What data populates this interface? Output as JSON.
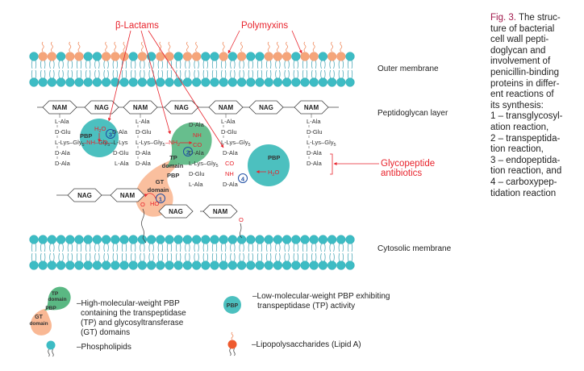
{
  "labels": {
    "beta_lactams": "β-Lactams",
    "polymyxins": "Polymyxins",
    "outer_membrane": "Outer membrane",
    "peptidoglycan_layer": "Peptidoglycan layer",
    "cytosolic_membrane": "Cytosolic membrane",
    "glycopeptide_line1": "Glycopeptide",
    "glycopeptide_line2": "antibiotics"
  },
  "sugars": {
    "nam": "NAM",
    "nag": "NAG"
  },
  "peptides": {
    "l_ala": "L-Ala",
    "d_glu": "D-Glu",
    "l_lys": "L-Lys",
    "l_lys_gly5": "L-Lys–Gly",
    "gly5_l_lys": "Gly",
    "l_lys_tail": "–L-Lys",
    "d_ala": "D-Ala",
    "sub5": "5"
  },
  "reaction_chem": {
    "h2o": "H",
    "h2o_sub": "2",
    "h2o_o": "O",
    "nh": "NH",
    "co": "CO",
    "nh_co": "–NH–CO–",
    "nh2": "–NH",
    "nh2_sub": "2",
    "o": "O",
    "ho": "HO"
  },
  "enzymes": {
    "pbp": "PBP",
    "tp": "TP",
    "gt": "GT",
    "domain": "domain"
  },
  "reaction_numbers": [
    "1",
    "2",
    "3",
    "4"
  ],
  "outer_membrane_heads": "TOOTOOTTOOOTOTOOTOOTTOTOTTOOOTOOTOOT",
  "legend": {
    "hmw_pbp_lines": [
      "–High-molecular-weight PBP",
      "containing the transpeptidase",
      "(TP) and glycosyltransferase",
      "(GT) domains"
    ],
    "lmw_pbp_lines": [
      "–Low-molecular-weight PBP exhibiting",
      "transpeptidase (TP) activity"
    ],
    "phospholipids": "–Phospholipids",
    "lps": "–Lipopolysaccharides  (Lipid A)"
  },
  "caption": {
    "fig_label": "Fig. 3.",
    "lines": [
      " The struc-",
      "ture of bacterial",
      "cell wall pepti-",
      "doglycan and",
      "involvement of",
      "penicillin-binding",
      "proteins in differ-",
      "ent reactions of",
      "its synthesis:",
      "1 – transglycosyl-",
      "ation reaction,",
      "2 – transpeptida-",
      "tion reaction,",
      "3 – endopeptida-",
      "tion reaction, and",
      "4 – carboxypep-",
      "tidation reaction"
    ]
  },
  "colors": {
    "teal_head": "#3dbcc4",
    "orange_head": "#f5a57a",
    "lps_tail": "#f08a5d",
    "red": "#e8232c",
    "tp_green": "#5ab883",
    "gt_peach": "#f9b894",
    "pbp_teal": "#4cc0bf",
    "number_blue": "#1f4ea3",
    "caption_fig": "#a0174a"
  }
}
